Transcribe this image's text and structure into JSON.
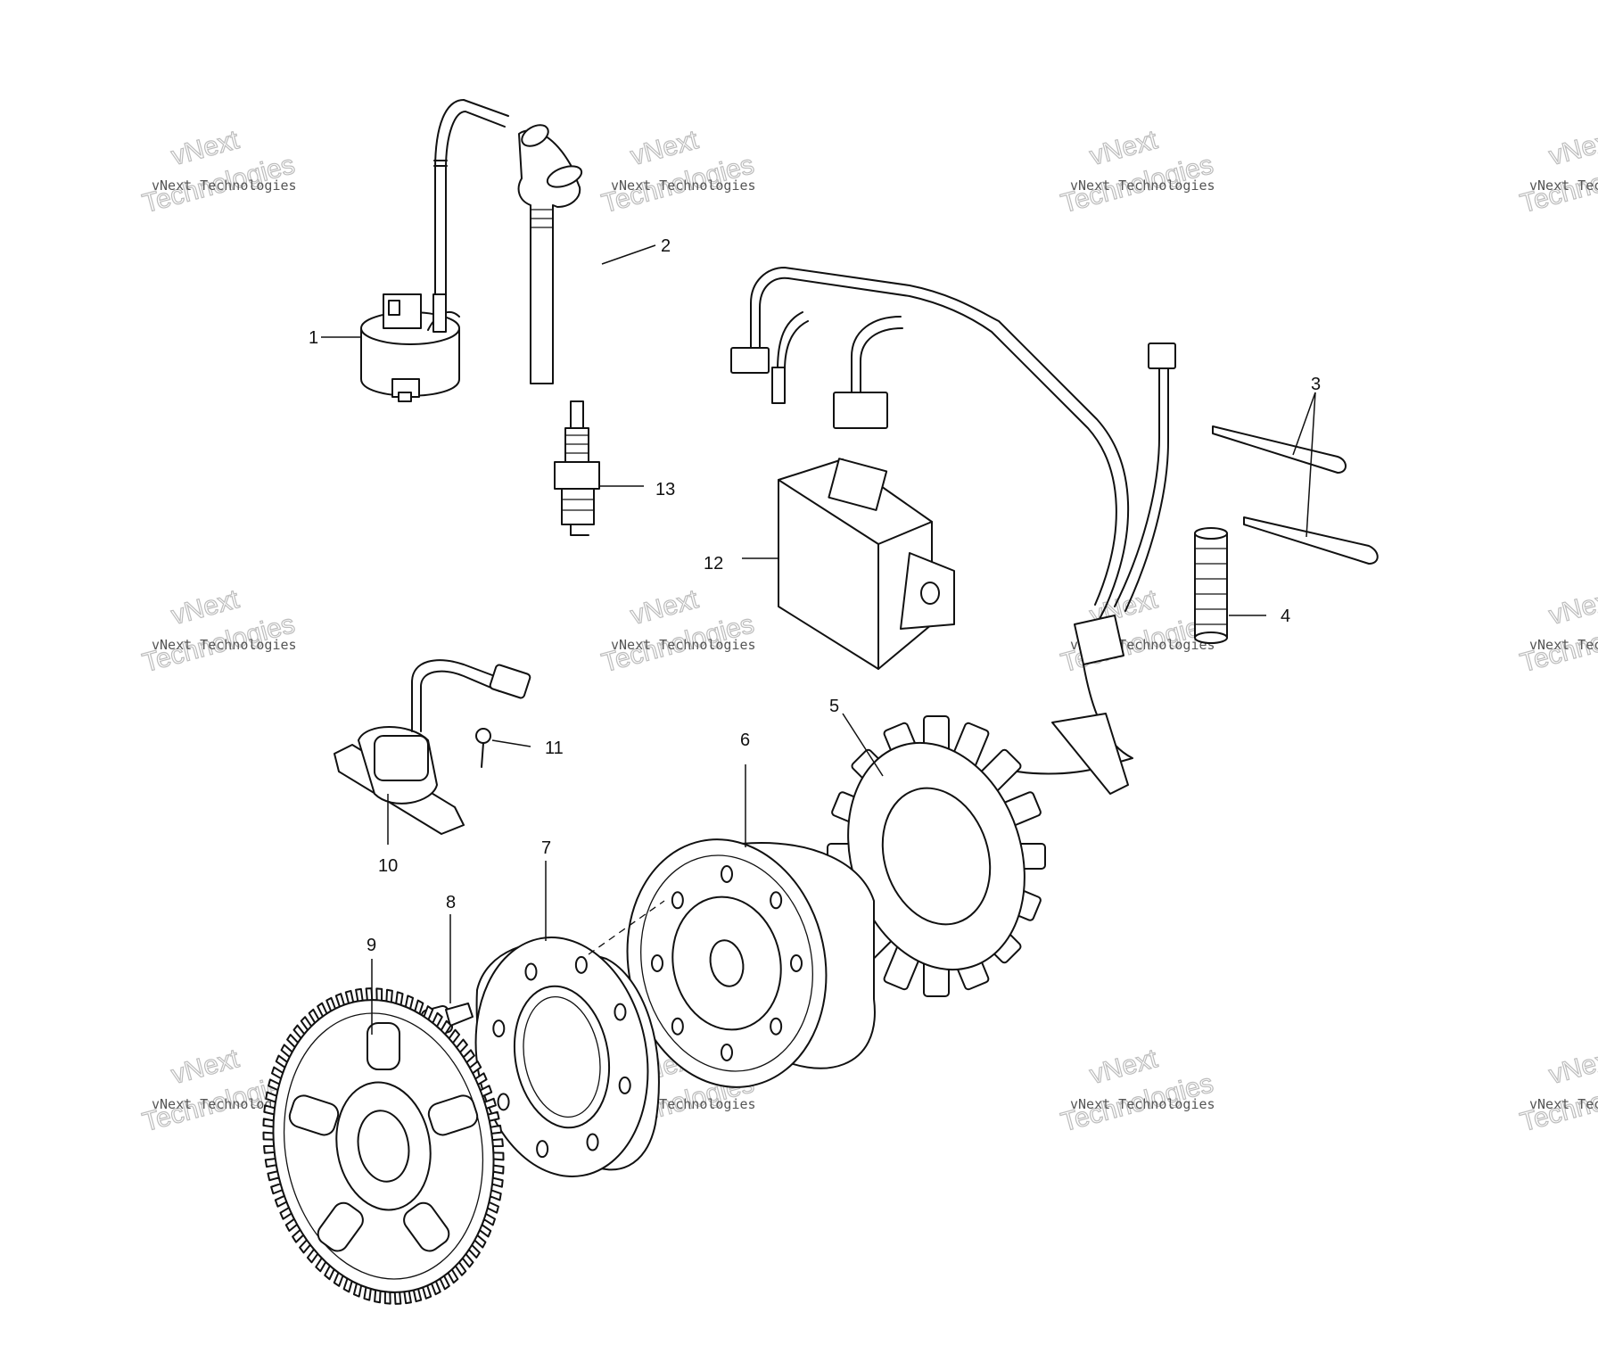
{
  "watermark": {
    "small_text": "vNext Technologies",
    "big_text": "Technologies",
    "top_text": "vNext"
  },
  "callouts": [
    {
      "id": "1",
      "label": "1"
    },
    {
      "id": "2",
      "label": "2"
    },
    {
      "id": "3",
      "label": "3"
    },
    {
      "id": "4",
      "label": "4"
    },
    {
      "id": "5",
      "label": "5"
    },
    {
      "id": "6",
      "label": "6"
    },
    {
      "id": "7",
      "label": "7"
    },
    {
      "id": "8",
      "label": "8"
    },
    {
      "id": "9",
      "label": "9"
    },
    {
      "id": "10",
      "label": "10"
    },
    {
      "id": "11",
      "label": "11"
    },
    {
      "id": "12",
      "label": "12"
    },
    {
      "id": "13",
      "label": "13"
    }
  ]
}
